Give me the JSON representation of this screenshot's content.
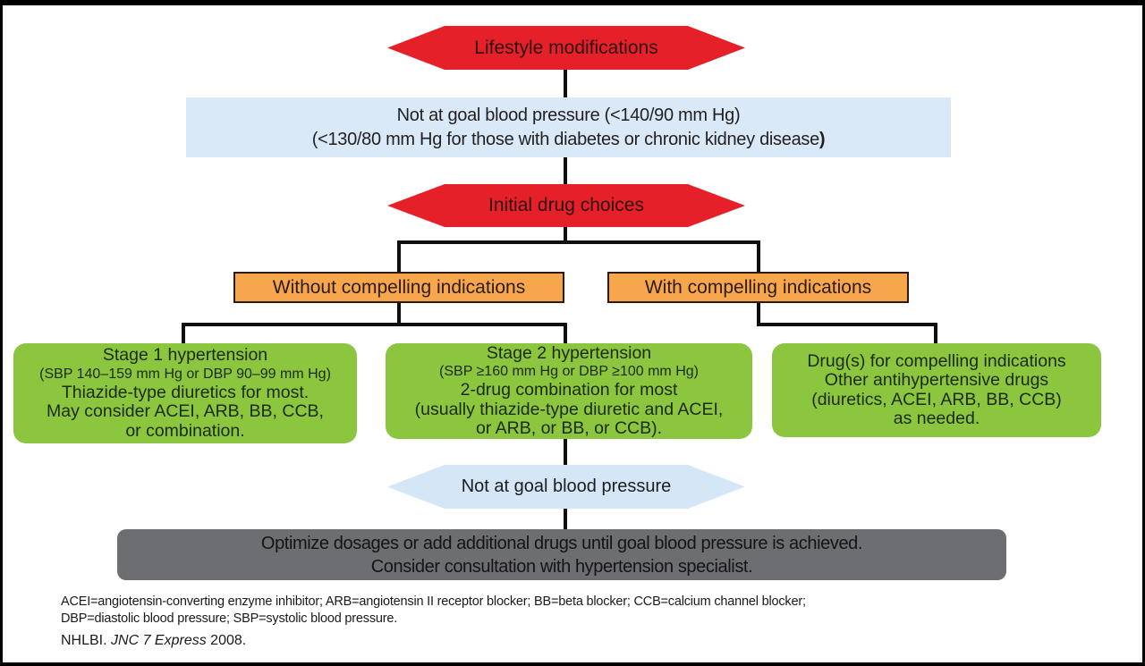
{
  "diagram": {
    "lifestyle_hex": "Lifestyle modifications",
    "not_at_goal_box": {
      "line1": "Not at goal blood pressure (<140/90 mm Hg)",
      "line2": "(<130/80 mm Hg for those with diabetes or chronic kidney disease",
      "line2_suffix": ")"
    },
    "initial_drug_hex": "Initial drug choices",
    "without_indications": "Without compelling indications",
    "with_indications": "With compelling indications",
    "stage1": {
      "title": "Stage 1 hypertension",
      "subtitle": "(SBP 140–159 mm Hg or DBP 90–99 mm Hg)",
      "lines": [
        "Thiazide-type diuretics for most.",
        "May consider ACEI, ARB, BB, CCB,",
        "or combination."
      ]
    },
    "stage2": {
      "title": "Stage 2 hypertension",
      "subtitle": "(SBP ≥160 mm Hg or DBP ≥100 mm Hg)",
      "lines": [
        "2-drug combination for most",
        "(usually thiazide-type diuretic and ACEI,",
        "or ARB, or BB, or CCB)."
      ]
    },
    "compelling": {
      "lines": [
        "Drug(s) for compelling indications",
        "Other antihypertensive drugs",
        "(diuretics, ACEI, ARB, BB, CCB)",
        "as needed."
      ]
    },
    "not_at_goal_hex": "Not at goal blood pressure",
    "optimize_box": {
      "line1": "Optimize dosages or add additional drugs until goal blood pressure is achieved.",
      "line2": "Consider consultation with hypertension specialist."
    },
    "footnote": {
      "line1": "ACEI=angiotensin-converting enzyme inhibitor; ARB=angiotensin II receptor blocker; BB=beta blocker; CCB=calcium channel blocker;",
      "line2": "DBP=diastolic blood pressure; SBP=systolic blood pressure."
    },
    "source": {
      "prefix": "NHLBI. ",
      "italic": "JNC 7 Express",
      "suffix": " 2008."
    },
    "colors": {
      "red": "#e62028",
      "orange": "#f7a64c",
      "green": "#8cc63f",
      "light_blue": "#d9e9f7",
      "gray": "#6d6e71"
    }
  }
}
